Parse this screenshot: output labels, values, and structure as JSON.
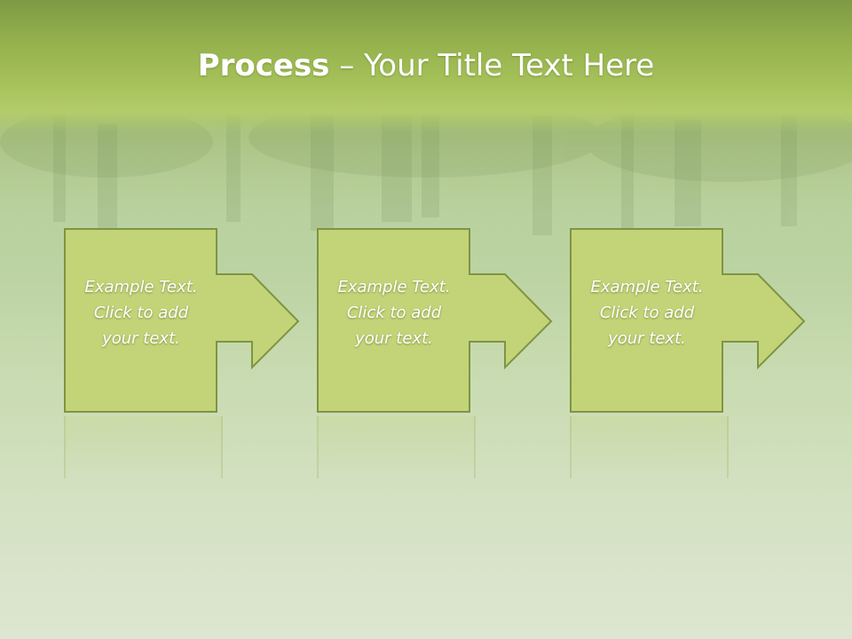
{
  "slide": {
    "title_bold": "Process",
    "title_rest": " – Your Title Text Here",
    "steps": [
      {
        "text": "Example Text.\nClick  to add\nyour text."
      },
      {
        "text": "Example Text.\nClick  to add\nyour text."
      },
      {
        "text": "Example Text.\nClick  to add\nyour text."
      }
    ]
  },
  "colors": {
    "title_band": "#9cb752",
    "step_fill": "#c3d478",
    "step_border": "#7f9442",
    "text": "#ffffff"
  },
  "icons": [
    "arrow-right-shape"
  ]
}
